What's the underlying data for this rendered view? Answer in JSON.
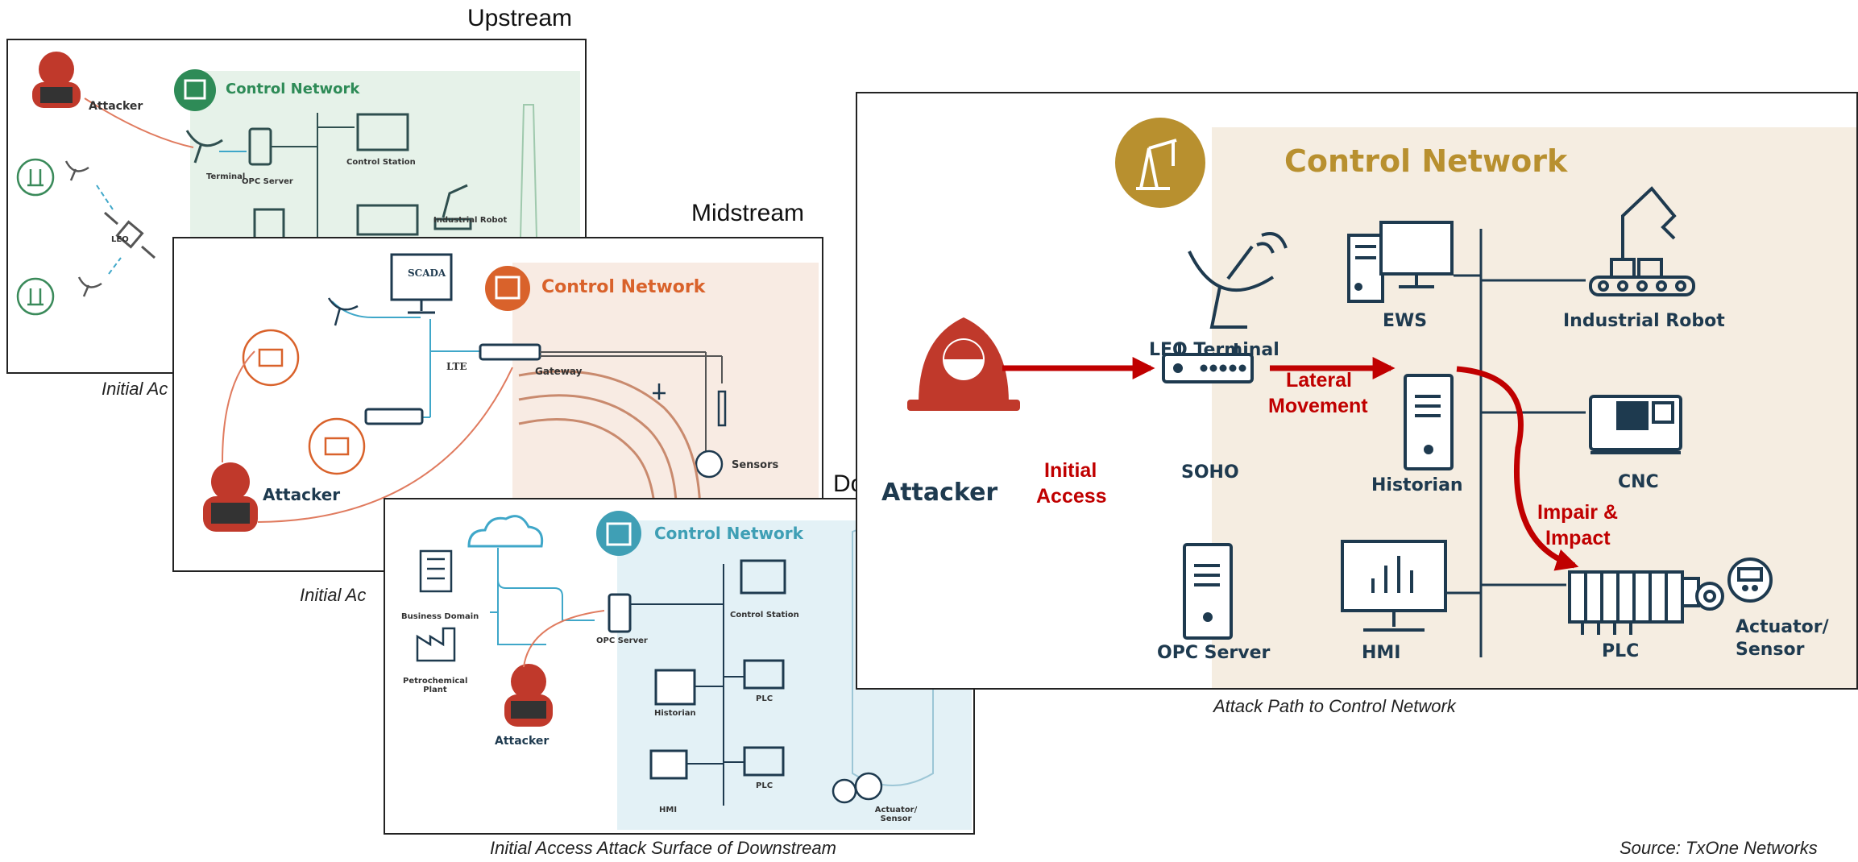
{
  "upstream": {
    "title": "Upstream",
    "caption": "Initial Ac",
    "control_network": "Control Network",
    "attacker": "Attacker",
    "terminal": "Terminal",
    "opc_server": "OPC Server",
    "control_station": "Control Station",
    "industrial_robot": "Industrial Robot",
    "leo": "LEO",
    "accent_color": "#2e8b57"
  },
  "midstream": {
    "title": "Midstream",
    "caption": "Initial Ac",
    "control_network": "Control Network",
    "scada": "SCADA",
    "lte": "LTE",
    "gateway": "Gateway",
    "sensors": "Sensors",
    "attacker": "Attacker",
    "accent_color": "#d9622b"
  },
  "downstream": {
    "title_fragment": "Do",
    "caption": "Initial Access Attack Surface of Downstream",
    "control_network": "Control Network",
    "business_domain": "Business Domain",
    "petrochemical_plant": "Petrochemical Plant",
    "attacker": "Attacker",
    "opc_server": "OPC Server",
    "control_station": "Control Station",
    "historian": "Historian",
    "plc_1": "PLC",
    "plc_2": "PLC",
    "hmi": "HMI",
    "actuator_sensor": "Actuator/ Sensor",
    "accent_color": "#3f9fb5"
  },
  "main": {
    "control_network": "Control Network",
    "leo_terminal": "LEO Terminal",
    "ews": "EWS",
    "industrial_robot": "Industrial Robot",
    "soho": "SOHO",
    "historian": "Historian",
    "cnc": "CNC",
    "opc_server": "OPC Server",
    "hmi": "HMI",
    "plc": "PLC",
    "actuator_sensor_1": "Actuator/",
    "actuator_sensor_2": "Sensor",
    "attacker": "Attacker",
    "initial_access_1": "Initial",
    "initial_access_2": "Access",
    "lateral_movement_1": "Lateral",
    "lateral_movement_2": "Movement",
    "impair_impact_1": "Impair &",
    "impair_impact_2": "Impact",
    "caption": "Attack Path to Control Network",
    "accent_color": "#b8902f",
    "arrow_color": "#c00000",
    "attacker_color": "#c0392b",
    "icon_color": "#1e3a4f"
  },
  "source": "Source: TxOne Networks"
}
